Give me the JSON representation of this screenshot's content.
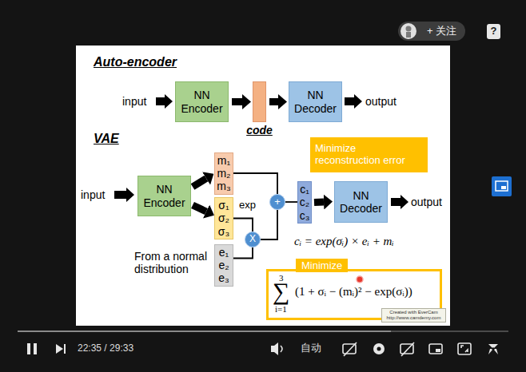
{
  "diagram": {
    "nodes": [
      {
        "text": [
          "+ 关注"
        ]
      },
      {
        "text": [
          "?"
        ]
      },
      {
        "text": [
          "NN Encoder"
        ]
      },
      {
        "text": [
          "code"
        ]
      },
      {
        "text": [
          "NN Decoder"
        ]
      },
      {
        "text": [
          "Minimize reconstruction error"
        ]
      },
      {
        "text": [
          "NN Encoder"
        ]
      },
      {
        "text": [
          "m₁",
          "m₂",
          "m₃"
        ]
      },
      {
        "text": [
          "σ₁",
          "σ₂",
          "σ₃"
        ]
      },
      {
        "text": [
          "e₁",
          "e₂",
          "e₃"
        ]
      },
      {
        "text": [
          "+"
        ]
      },
      {
        "text": [
          "X"
        ]
      },
      {
        "text": [
          "c₁",
          "c₂",
          "c₃"
        ]
      },
      {
        "text": [
          "NN Decoder"
        ]
      },
      {
        "text": [
          "Minimize",
          "3",
          "∑",
          "i=1",
          "(1 + σᵢ − (mᵢ)² − exp(σᵢ))"
        ]
      },
      {
        "text": [
          "Created with EverCam",
          "http://www.camdemy.com"
        ]
      }
    ],
    "edges": [
      {
        "from": 2,
        "to": 3,
        "arrow": "to"
      },
      {
        "from": 3,
        "to": 4,
        "arrow": "to"
      },
      {
        "from": 6,
        "to": 7,
        "arrow": "to"
      },
      {
        "from": 6,
        "to": 8,
        "arrow": "to"
      },
      {
        "from": 7,
        "to": 10,
        "arrow": "none"
      },
      {
        "from": 8,
        "to": 11,
        "label": "exp",
        "arrow": "none"
      },
      {
        "from": 9,
        "to": 11,
        "arrow": "none"
      },
      {
        "from": 11,
        "to": 10,
        "arrow": "none"
      },
      {
        "from": 10,
        "to": 12,
        "arrow": "none"
      },
      {
        "from": 12,
        "to": 13,
        "arrow": "to"
      }
    ],
    "labels": [
      "Auto-encoder",
      "input",
      "output",
      "VAE",
      "input",
      "output",
      "From a normal distribution",
      "cᵢ = exp(σᵢ) × eᵢ + mᵢ",
      "22:35 / 29:33",
      "自动"
    ]
  }
}
